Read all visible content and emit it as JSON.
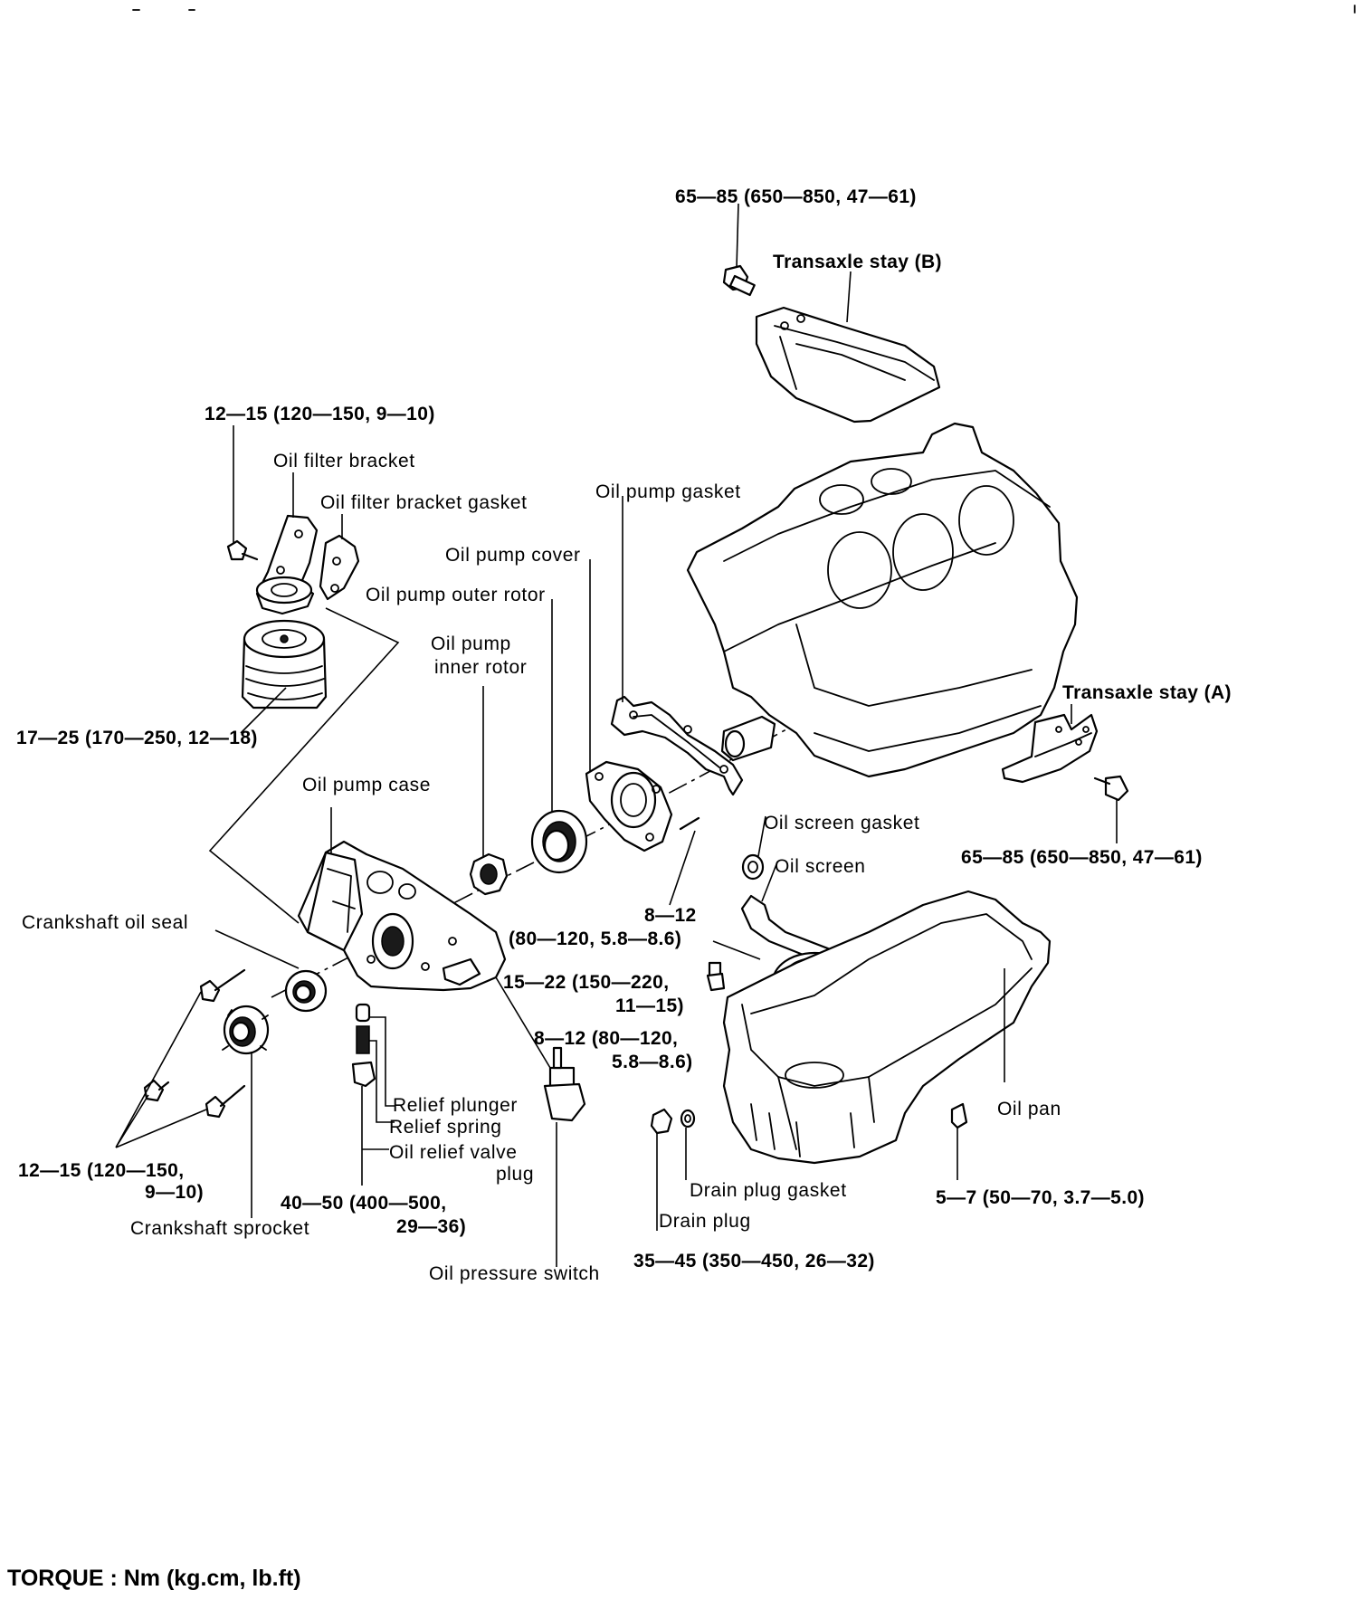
{
  "labels": {
    "torque_stay_b": "65—85 (650—850, 47—61)",
    "transaxle_stay_b": "Transaxle stay (B)",
    "torque_filter_bracket": "12—15 (120—150, 9—10)",
    "oil_filter_bracket": "Oil filter bracket",
    "oil_filter_bracket_gasket": "Oil filter bracket gasket",
    "oil_pump_gasket": "Oil pump gasket",
    "oil_pump_cover": "Oil pump cover",
    "oil_pump_outer_rotor": "Oil pump outer rotor",
    "oil_pump_inner_rotor_1": "Oil pump",
    "oil_pump_inner_rotor_2": "inner rotor",
    "torque_oil_filter": "17—25 (170—250, 12—18)",
    "transaxle_stay_a": "Transaxle stay (A)",
    "oil_pump_case": "Oil pump case",
    "oil_screen_gasket": "Oil screen gasket",
    "oil_screen": "Oil screen",
    "torque_stay_a": "65—85 (650—850, 47—61)",
    "crankshaft_oil_seal": "Crankshaft oil seal",
    "torque_cover_1": "8—12",
    "torque_cover_2": "(80—120, 5.8—8.6)",
    "torque_screen_1": "15—22 (150—220,",
    "torque_screen_2": "11—15)",
    "torque_switch_1": "8—12 (80—120,",
    "torque_switch_2": "5.8—8.6)",
    "relief_plunger": "Relief plunger",
    "relief_spring": "Relief spring",
    "oil_relief_valve_1": "Oil relief valve",
    "oil_relief_valve_2": "plug",
    "oil_pan": "Oil pan",
    "torque_case_bolts_1": "12—15 (120—150,",
    "torque_case_bolts_2": "9—10)",
    "torque_relief_1": "40—50 (400—500,",
    "torque_relief_2": "29—36)",
    "drain_plug_gasket": "Drain plug gasket",
    "torque_pan_1": "5—7 (50—70, 3.7—5.0)",
    "crankshaft_sprocket": "Crankshaft sprocket",
    "drain_plug": "Drain plug",
    "torque_drain": "35—45 (350—450, 26—32)",
    "oil_pressure_switch": "Oil pressure switch"
  },
  "footer": {
    "torque_units": "TORQUE : Nm (kg.cm, lb.ft)"
  }
}
